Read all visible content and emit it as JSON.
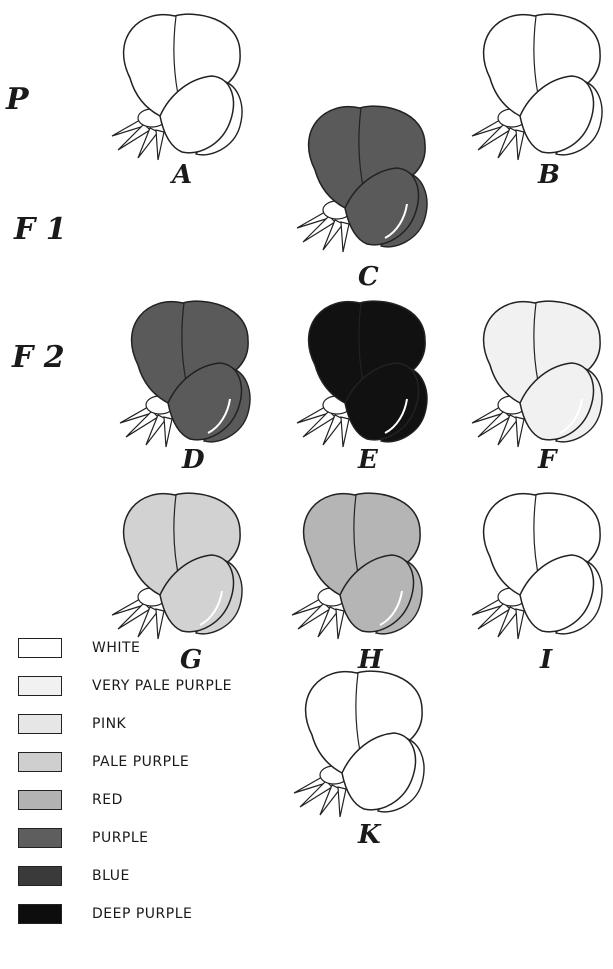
{
  "generations": [
    {
      "id": "P",
      "label": "P"
    },
    {
      "id": "F1",
      "label": "F 1"
    },
    {
      "id": "F2",
      "label": "F 2"
    }
  ],
  "flowers": [
    {
      "id": "A",
      "label": "A",
      "color": "white"
    },
    {
      "id": "B",
      "label": "B",
      "color": "white"
    },
    {
      "id": "C",
      "label": "C",
      "color": "purple"
    },
    {
      "id": "D",
      "label": "D",
      "color": "purple"
    },
    {
      "id": "E",
      "label": "E",
      "color": "deep purple"
    },
    {
      "id": "F",
      "label": "F",
      "color": "very pale purple"
    },
    {
      "id": "G",
      "label": "G",
      "color": "pale purple"
    },
    {
      "id": "H",
      "label": "H",
      "color": "red"
    },
    {
      "id": "I",
      "label": "I",
      "color": "white"
    },
    {
      "id": "K",
      "label": "K",
      "color": "white"
    }
  ],
  "legend": [
    {
      "label": "WHITE",
      "fill": "#ffffff"
    },
    {
      "label": "VERY PALE PURPLE",
      "fill": "#f1f1f1"
    },
    {
      "label": "PINK",
      "fill": "#e6e6e6"
    },
    {
      "label": "PALE PURPLE",
      "fill": "#cfcfcf"
    },
    {
      "label": "RED",
      "fill": "#b3b3b3"
    },
    {
      "label": "PURPLE",
      "fill": "#5e5e5e"
    },
    {
      "label": "BLUE",
      "fill": "#3a3a3a"
    },
    {
      "label": "DEEP PURPLE",
      "fill": "#0d0d0d"
    }
  ]
}
